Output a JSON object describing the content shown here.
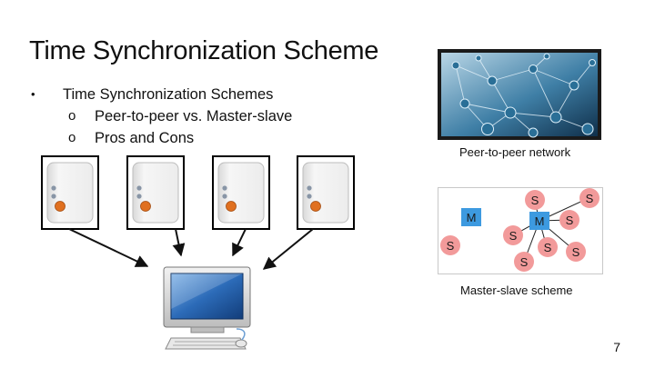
{
  "slide": {
    "title": "Time Synchronization Scheme",
    "bullets": [
      {
        "marker": "•",
        "text": "Time Synchronization Schemes"
      },
      {
        "marker": "o",
        "text": "Peer-to-peer vs. Master-slave"
      },
      {
        "marker": "o",
        "text": "Pros and Cons"
      }
    ],
    "page_number": "7"
  },
  "figures": {
    "p2p_caption": "Peer-to-peer network",
    "ms_caption": "Master-slave scheme",
    "master_label": "M",
    "slave_label": "S",
    "colors": {
      "master_fill": "#3d9ae0",
      "slave_fill": "#f29a9a",
      "server_led": "#e07020",
      "arrow": "#111111"
    }
  }
}
